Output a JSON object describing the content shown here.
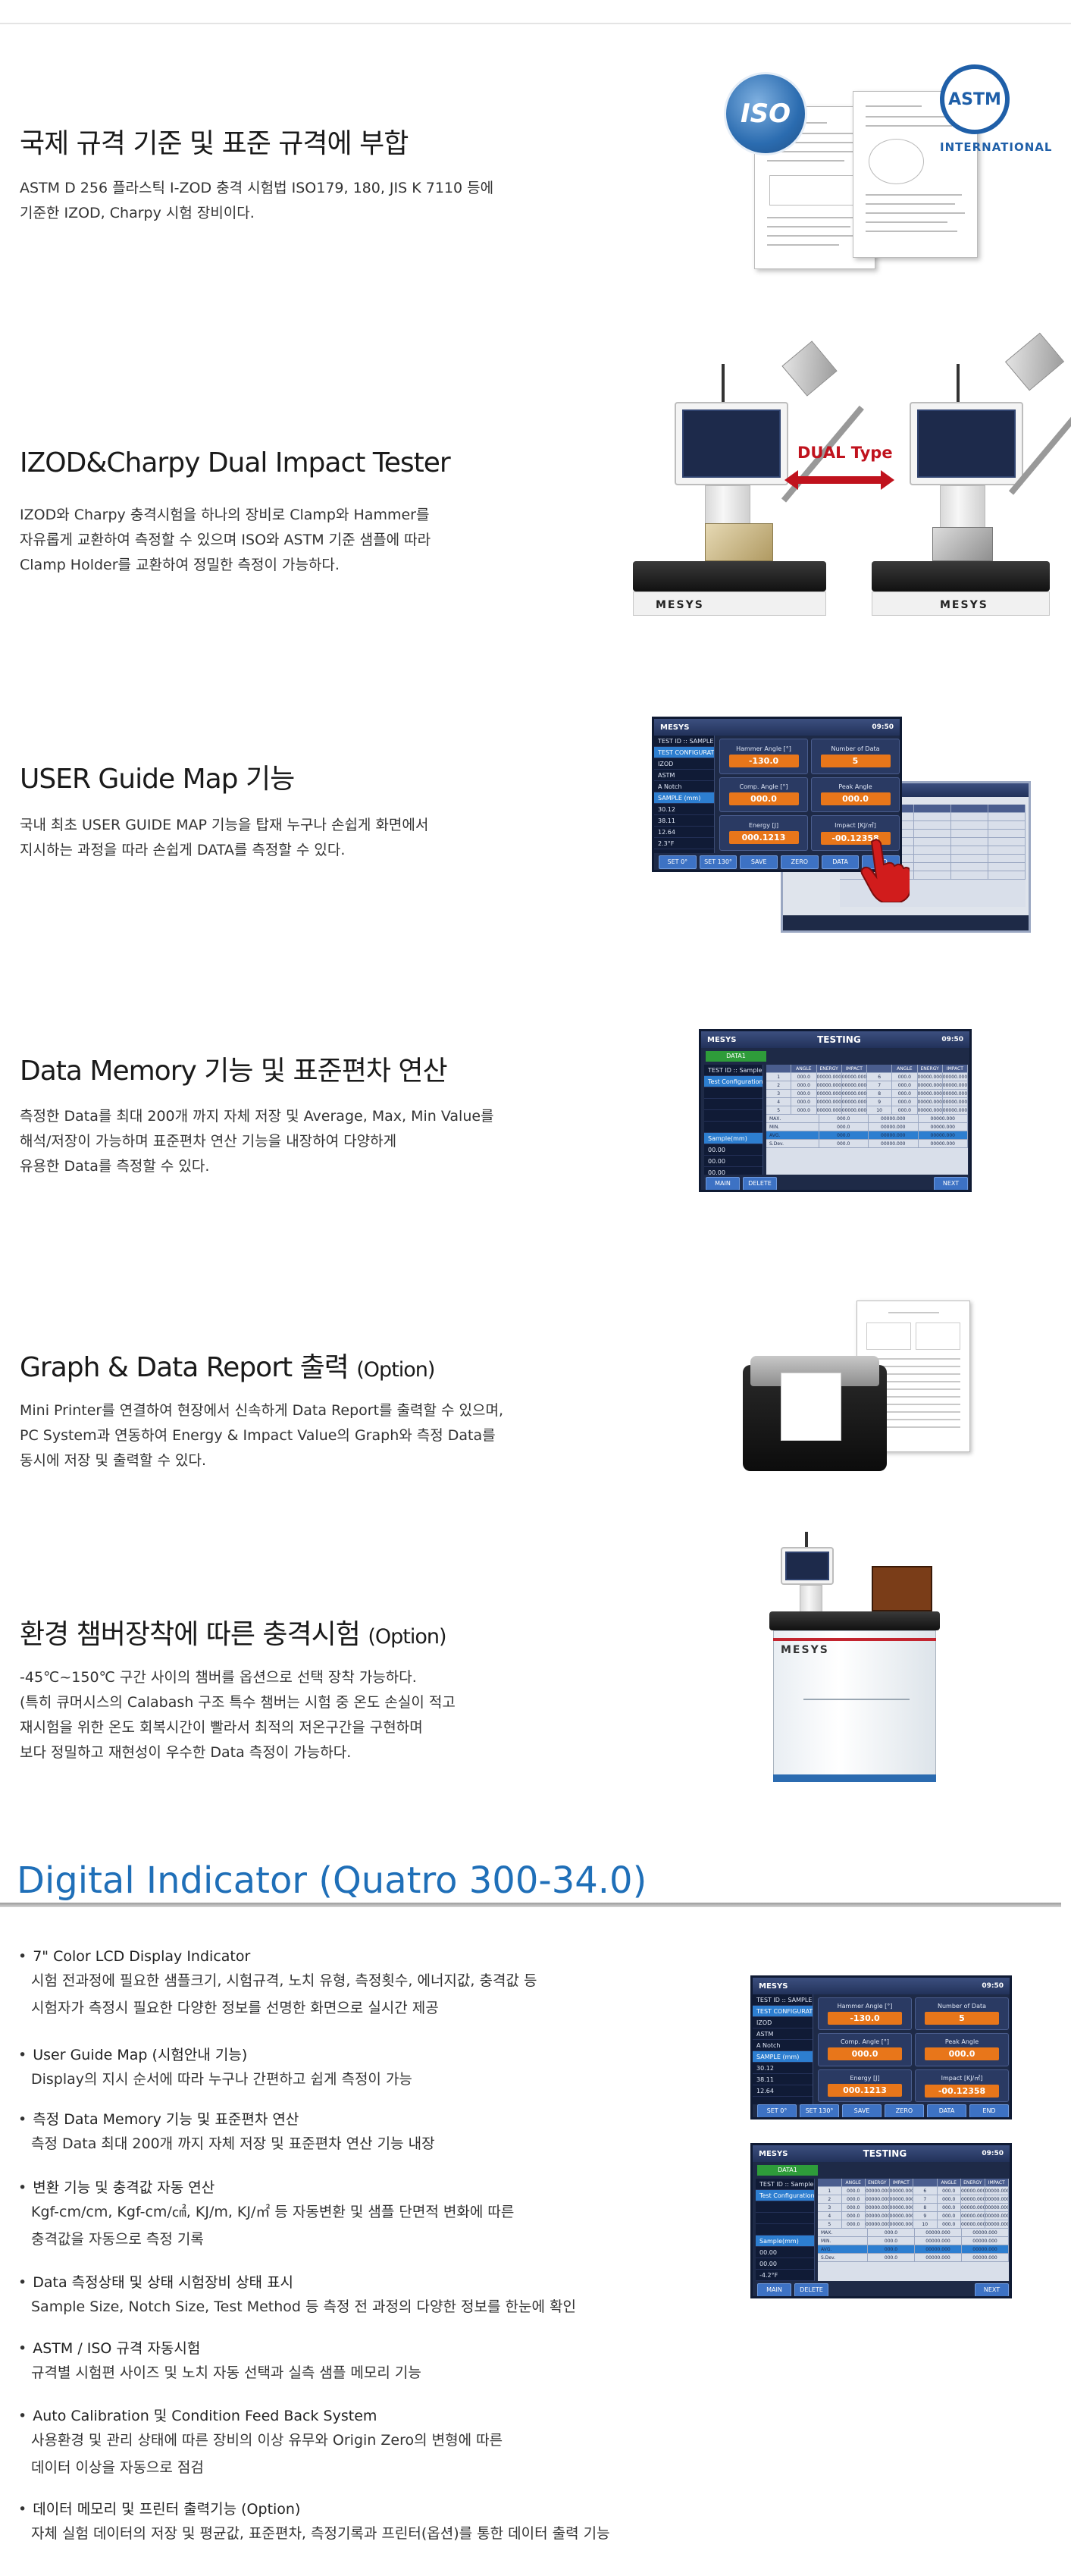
{
  "sections": [
    {
      "title": "국제 규격 기준 및 표준 규격에 부합",
      "desc": "ASTM D 256 플라스틱 I-ZOD 충격 시험법 ISO179, 180, JIS K 7110 등에\n기준한 IZOD, Charpy 시험 장비이다.",
      "iso_logo": "ISO",
      "astm_logo": "ASTM",
      "astm_text": "INTERNATIONAL"
    },
    {
      "title": "IZOD&Charpy Dual Impact Tester",
      "desc": "IZOD와 Charpy 충격시험을 하나의 장비로 Clamp와 Hammer를\n자유롭게 교환하여 측정할 수 있으며 ISO와 ASTM 기준 샘플에 따라\nClamp Holder를 교환하여 정밀한 측정이 가능하다.",
      "dual_label": "DUAL Type",
      "brand": "MESYS"
    },
    {
      "title": "USER Guide Map 기능",
      "desc": "국내 최초 USER GUIDE MAP 기능을 탑재 누구나 손쉽게 화면에서\n지시하는 과정을 따라 손쉽게 DATA를 측정할 수 있다."
    },
    {
      "title": "Data Memory 기능 및 표준편차 연산",
      "desc": "측정한 Data를 최대 200개 까지 자체 저장 및 Average, Max, Min Value를\n해석/저장이 가능하며 표준편차 연산 기능을 내장하여 다양하게\n유용한 Data를 측정할 수 있다."
    },
    {
      "title": "Graph & Data Report 출력",
      "title_option": "(Option)",
      "desc": "Mini Printer를 연결하여 현장에서 신속하게 Data Report를 출력할 수 있으며,\nPC System과 연동하여 Energy & Impact Value의 Graph와 측정 Data를\n동시에 저장 및 출력할 수 있다."
    },
    {
      "title": "환경 챔버장착에 따른 충격시험",
      "title_option": "(Option)",
      "desc": "-45℃~150℃ 구간 사이의 챔버를 옵션으로 선택 장착 가능하다.\n(특히 큐머시스의 Calabash 구조 특수 챔버는 시험 중 온도 손실이 적고\n 재시험을 위한 온도 회복시간이 빨라서 최적의 저온구간을 구현하며\n 보다 정밀하고 재현성이 우수한 Data 측정이 가능하다."
    }
  ],
  "screen_main": {
    "brand": "MESYS",
    "time": "09:50",
    "side": [
      "TEST ID :: SAMPLE",
      "TEST CONFIGURATION",
      "IZOD",
      "ASTM",
      "A Notch",
      "SAMPLE (mm)",
      "30.12",
      "38.11",
      "12.64",
      "2.3°F"
    ],
    "cells": [
      {
        "label": "Hammer Angle [°]",
        "value": "-130.0"
      },
      {
        "label": "Number of Data",
        "value": "5"
      },
      {
        "label": "Comp. Angle [°]",
        "value": "000.0"
      },
      {
        "label": "Peak Angle",
        "value": "000.0"
      },
      {
        "label": "Energy [J]",
        "value": "000.1213"
      },
      {
        "label": "Impact [KJ/㎡]",
        "value": "-00.12358"
      }
    ],
    "buttons": [
      "SET 0°",
      "SET 130°",
      "SAVE",
      "ZERO",
      "DATA",
      "END"
    ]
  },
  "screen_memory": {
    "brand": "MESYS",
    "title": "TESTING",
    "time": "09:50",
    "tab": "DATA1",
    "side": [
      "TEST ID :: Sample",
      "Test Configuration",
      "",
      "",
      "",
      "",
      "Sample(mm)",
      "00.00",
      "00.00",
      "00.00",
      "-4.2°F"
    ],
    "headers": [
      "",
      "ANGLE",
      "ENERGY",
      "IMPACT",
      "",
      "ANGLE",
      "ENERGY",
      "IMPACT"
    ],
    "rows": [
      [
        "1",
        "000.0",
        "00000.000",
        "00000.000",
        "6",
        "000.0",
        "00000.000",
        "00000.000"
      ],
      [
        "2",
        "000.0",
        "00000.000",
        "00000.000",
        "7",
        "000.0",
        "00000.000",
        "00000.000"
      ],
      [
        "3",
        "000.0",
        "00000.000",
        "00000.000",
        "8",
        "000.0",
        "00000.000",
        "00000.000"
      ],
      [
        "4",
        "000.0",
        "00000.000",
        "00000.000",
        "9",
        "000.0",
        "00000.000",
        "00000.000"
      ],
      [
        "5",
        "000.0",
        "00000.000",
        "00000.000",
        "10",
        "000.0",
        "00000.000",
        "00000.000"
      ]
    ],
    "stats": [
      [
        "MAX.",
        "000.0",
        "00000.000",
        "00000.000"
      ],
      [
        "MIN.",
        "000.0",
        "00000.000",
        "00000.000"
      ],
      [
        "AVG.",
        "000.0",
        "00000.000",
        "00000.000"
      ],
      [
        "S.Dev.",
        "000.0",
        "00000.000",
        "00000.000"
      ]
    ],
    "buttons": [
      "MAIN",
      "DELETE",
      "NEXT"
    ]
  },
  "digital": {
    "title": "Digital Indicator (Quatro 300-34.0)",
    "bullets": [
      {
        "h": "7\" Color LCD Display Indicator",
        "d": "시험 전과정에 필요한 샘플크기, 시험규격, 노치 유형, 측정횟수, 에너지값, 충격값 등\n시험자가 측정시 필요한 다양한 정보를 선명한 화면으로 실시간 제공"
      },
      {
        "h": "User Guide Map (시험안내 기능)",
        "d": "Display의 지시 순서에 따라 누구나 간편하고 쉽게 측정이 가능"
      },
      {
        "h": "측정 Data Memory 기능 및 표준편차 연산",
        "d": "측정 Data 최대 200개 까지 자체 저장 및 표준편차 연산 기능 내장"
      },
      {
        "h": "변환 기능 및 충격값 자동 연산",
        "d": "Kgf-cm/cm, Kgf-cm/㎠, KJ/m, KJ/㎡ 등 자동변환 및 샘플 단면적 변화에 따른\n충격값을 자동으로 측정 기록"
      },
      {
        "h": "Data 측정상태 및 상태 시험장비 상태 표시",
        "d": "Sample Size, Notch Size, Test Method 등 측정 전 과정의 다양한 정보를 한눈에 확인"
      },
      {
        "h": "ASTM / ISO 규격 자동시험",
        "d": "규격별 시험편 사이즈 및 노치 자동 선택과 실측 샘플 메모리 기능"
      },
      {
        "h": "Auto Calibration 및 Condition Feed Back System",
        "d": "사용환경 및 관리 상태에 따른 장비의 이상 유무와 Origin Zero의 변형에 따른\n데이터 이상을 자동으로 점검"
      },
      {
        "h": "데이터 메모리 및 프린터 출력기능 (Option)",
        "d": "자체 실험 데이터의 저장 및 평균값, 표준편차, 측정기록과 프린터(옵션)를 통한 데이터 출력 기능"
      }
    ]
  },
  "colors": {
    "accent_blue": "#1f6fb8",
    "dual_red": "#c0121d",
    "screen_navy": "#1e2a47",
    "value_orange": "#e8761a"
  }
}
